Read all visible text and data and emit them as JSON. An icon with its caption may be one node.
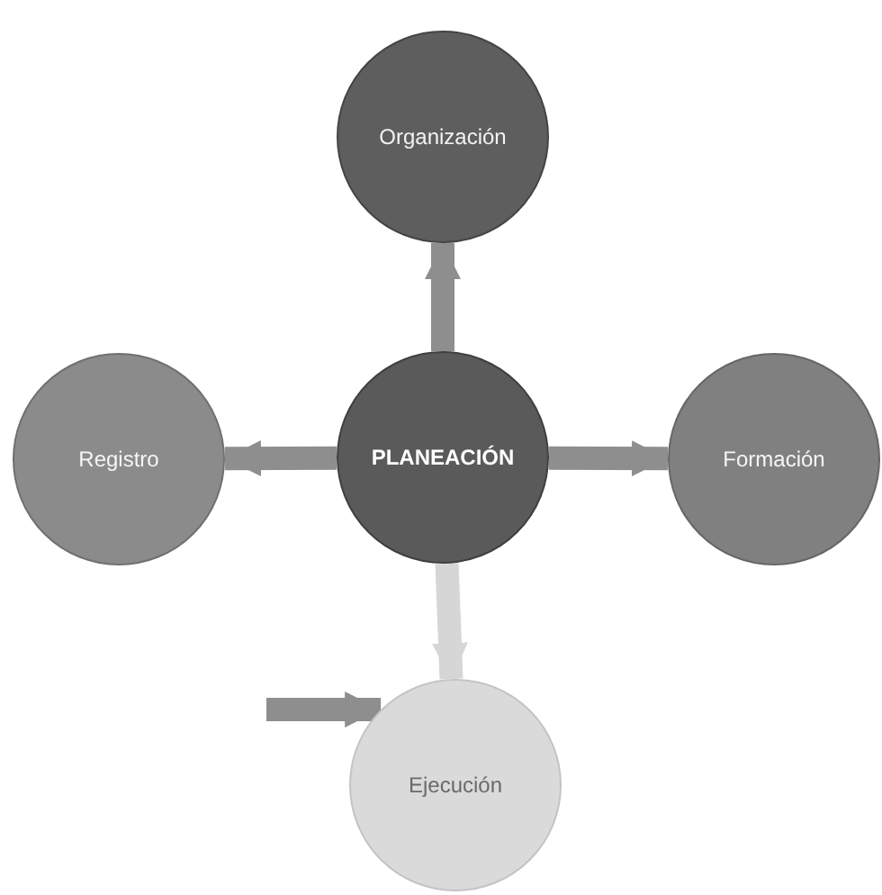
{
  "diagram": {
    "nodes": [
      {
        "text": [
          "PLANEACIÓN"
        ]
      },
      {
        "text": [
          "Organización"
        ]
      },
      {
        "text": [
          "Registro"
        ]
      },
      {
        "text": [
          "Formación"
        ]
      },
      {
        "text": [
          "Ejecución"
        ]
      }
    ],
    "edges": [
      {
        "from": 0,
        "to": 1,
        "arrow": "to"
      },
      {
        "from": 0,
        "to": 2,
        "arrow": "to"
      },
      {
        "from": 0,
        "to": 3,
        "arrow": "to"
      },
      {
        "from": 0,
        "to": 4,
        "arrow": "to",
        "color": "#d6d6d6"
      },
      {
        "from": null,
        "to": 4,
        "arrow": "to"
      }
    ]
  }
}
